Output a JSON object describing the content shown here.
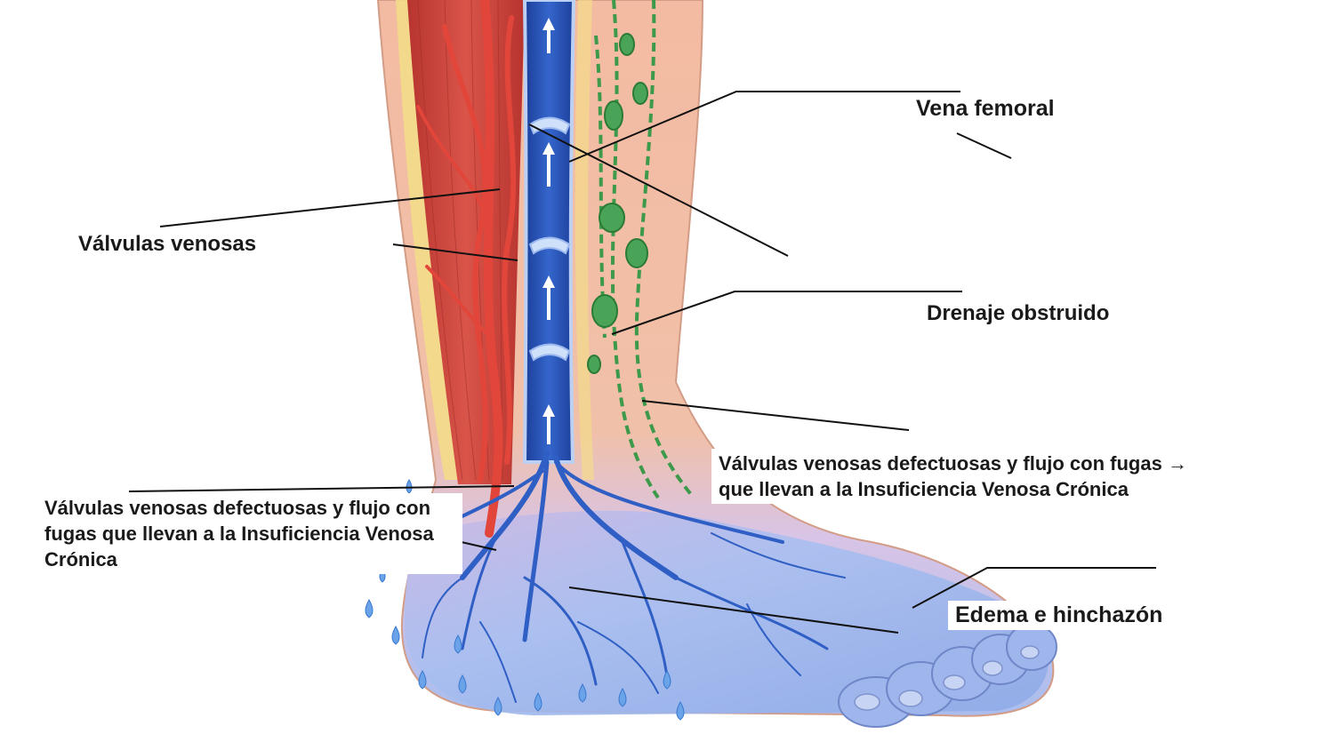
{
  "labels": {
    "vena_femoral": "Vena femoral",
    "valvulas_venosas": "Válvulas venosas",
    "drenaje_obstruido": "Drenaje obstruido",
    "defectuosas_derecha": "Válvulas venosas defectuosas y flujo con fugas → que llevan a la Insuficiencia Venosa Crónica",
    "defectuosas_izquierda": "Válvulas venosas defectuosas y flujo con fugas que llevan a la Insuficiencia Venosa Crónica",
    "edema": "Edema e hinchazón"
  },
  "colors": {
    "skin": "#f4c4ac",
    "muscle": "#c9413a",
    "artery": "#d0392f",
    "vein": "#2352b8",
    "vein_light": "#4a78d6",
    "lymph": "#3c9a4a",
    "fat": "#f3dc8a",
    "foot_swollen": "#a8bff0",
    "leader": "#111111"
  }
}
